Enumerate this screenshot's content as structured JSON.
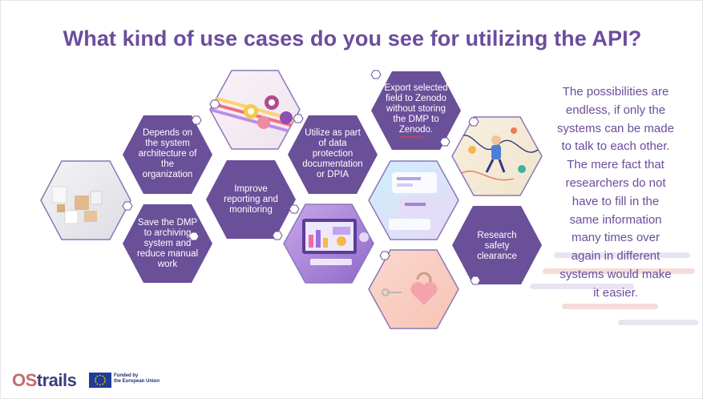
{
  "slide": {
    "title": "What kind of use cases do you see for utilizing the API?",
    "side_text": "The possibilities are endless, if only the systems can be made to talk to each other. The mere fact that researchers do not have to fill in the same information many times over again in different systems would make it easier."
  },
  "hexagons": [
    {
      "id": "depends",
      "text": "Depends on the system architecture of the organization"
    },
    {
      "id": "save_dmp",
      "text": "Save the DMP to archiving system and reduce manual work"
    },
    {
      "id": "improve",
      "text": "Improve reporting and monitoring"
    },
    {
      "id": "utilize",
      "text": "Utilize as part of data protection documentation or DPIA"
    },
    {
      "id": "export",
      "text": "Export selected field to Zenodo without storing the DMP to Zenodo."
    },
    {
      "id": "research",
      "text": "Research safety clearance"
    }
  ],
  "images": [
    {
      "id": "blocks",
      "icon": "cubes-illustration"
    },
    {
      "id": "pins",
      "icon": "pins-illustration"
    },
    {
      "id": "dashboard",
      "icon": "dashboard-illustration"
    },
    {
      "id": "ui_cards",
      "icon": "ui-cards-illustration"
    },
    {
      "id": "person",
      "icon": "person-illustration"
    },
    {
      "id": "lock",
      "icon": "heart-lock-illustration"
    }
  ],
  "footer": {
    "logo_os": "OS",
    "logo_trails": "trails",
    "eu_line1": "Funded by",
    "eu_line2": "the European Union"
  },
  "colors": {
    "purple": "#6b4d9e",
    "hex_purple": "#6a4f99",
    "outline": "#8a78b8",
    "logo_pink": "#c86b73",
    "logo_navy": "#3c3f7a"
  }
}
